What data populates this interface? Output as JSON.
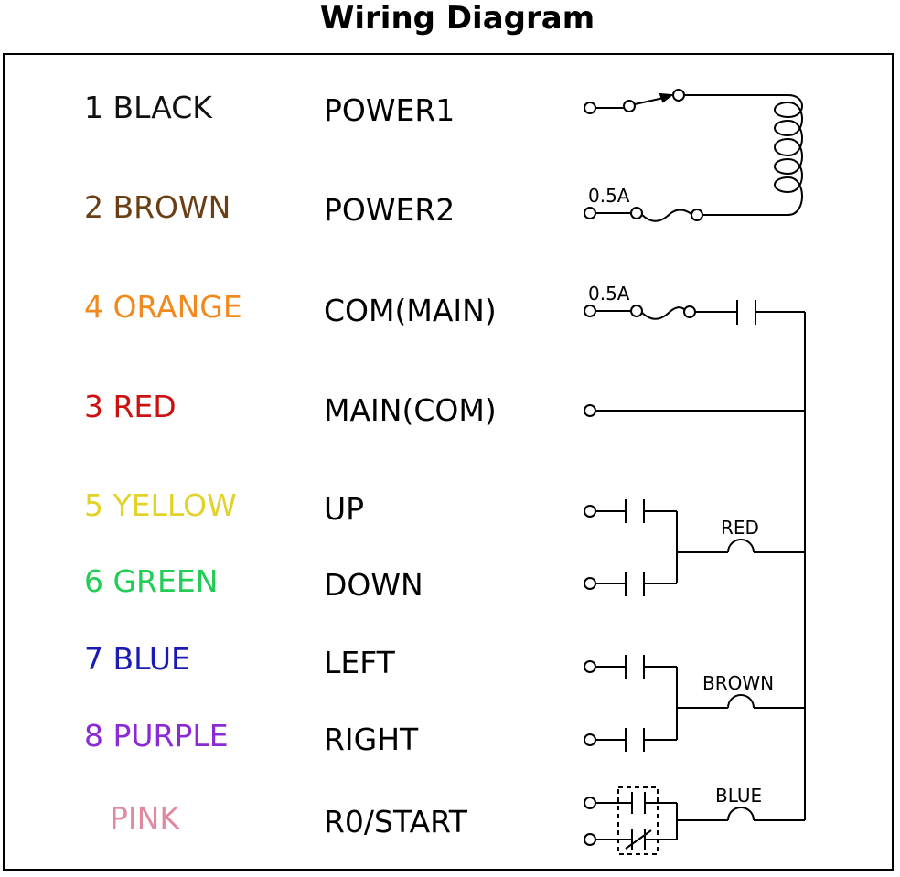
{
  "title": "Wiring Diagram",
  "rows": [
    {
      "wire": "1 BLACK",
      "color": "#111111",
      "function": "POWER1"
    },
    {
      "wire": "2 BROWN",
      "color": "#6b3f14",
      "function": "POWER2"
    },
    {
      "wire": "4 ORANGE",
      "color": "#f08a1e",
      "function": "COM(MAIN)"
    },
    {
      "wire": "3 RED",
      "color": "#cc1111",
      "function": "MAIN(COM)"
    },
    {
      "wire": "5 YELLOW",
      "color": "#e2d22a",
      "function": "UP"
    },
    {
      "wire": "6 GREEN",
      "color": "#22cc55",
      "function": "DOWN"
    },
    {
      "wire": "7 BLUE",
      "color": "#1a1ab4",
      "function": "LEFT"
    },
    {
      "wire": "8 PURPLE",
      "color": "#8a2bd6",
      "function": "RIGHT"
    },
    {
      "wire": "PINK",
      "color": "#e08aa0",
      "function": "R0/START"
    }
  ],
  "schematic": {
    "fuse_rating_1": "0.5A",
    "fuse_rating_2": "0.5A",
    "lamp_red": "RED",
    "lamp_brown": "BROWN",
    "lamp_blue": "BLUE"
  }
}
